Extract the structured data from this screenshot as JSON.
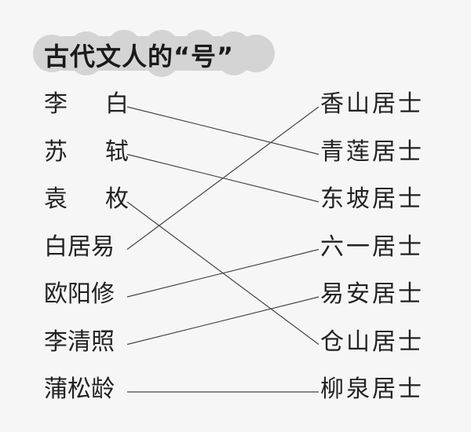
{
  "title": "古代文人的“号”",
  "left_items": [
    {
      "chars": [
        "李",
        "白"
      ]
    },
    {
      "chars": [
        "苏",
        "轼"
      ]
    },
    {
      "chars": [
        "袁",
        "枚"
      ]
    },
    {
      "text": "白居易"
    },
    {
      "text": "欧阳修"
    },
    {
      "text": "李清照"
    },
    {
      "text": "蒲松龄"
    }
  ],
  "right_items": [
    {
      "text": "香山居士"
    },
    {
      "text": "青莲居士"
    },
    {
      "text": "东坡居士"
    },
    {
      "text": "六一居士"
    },
    {
      "text": "易安居士"
    },
    {
      "text": "仓山居士"
    },
    {
      "text": "柳泉居士"
    }
  ],
  "connections": [
    [
      0,
      1
    ],
    [
      1,
      2
    ],
    [
      2,
      5
    ],
    [
      3,
      0
    ],
    [
      4,
      3
    ],
    [
      5,
      4
    ],
    [
      6,
      6
    ]
  ],
  "colors": {
    "line": "#444444",
    "title_cloud": "#d4d4d4",
    "background": "#f6f6f6"
  }
}
